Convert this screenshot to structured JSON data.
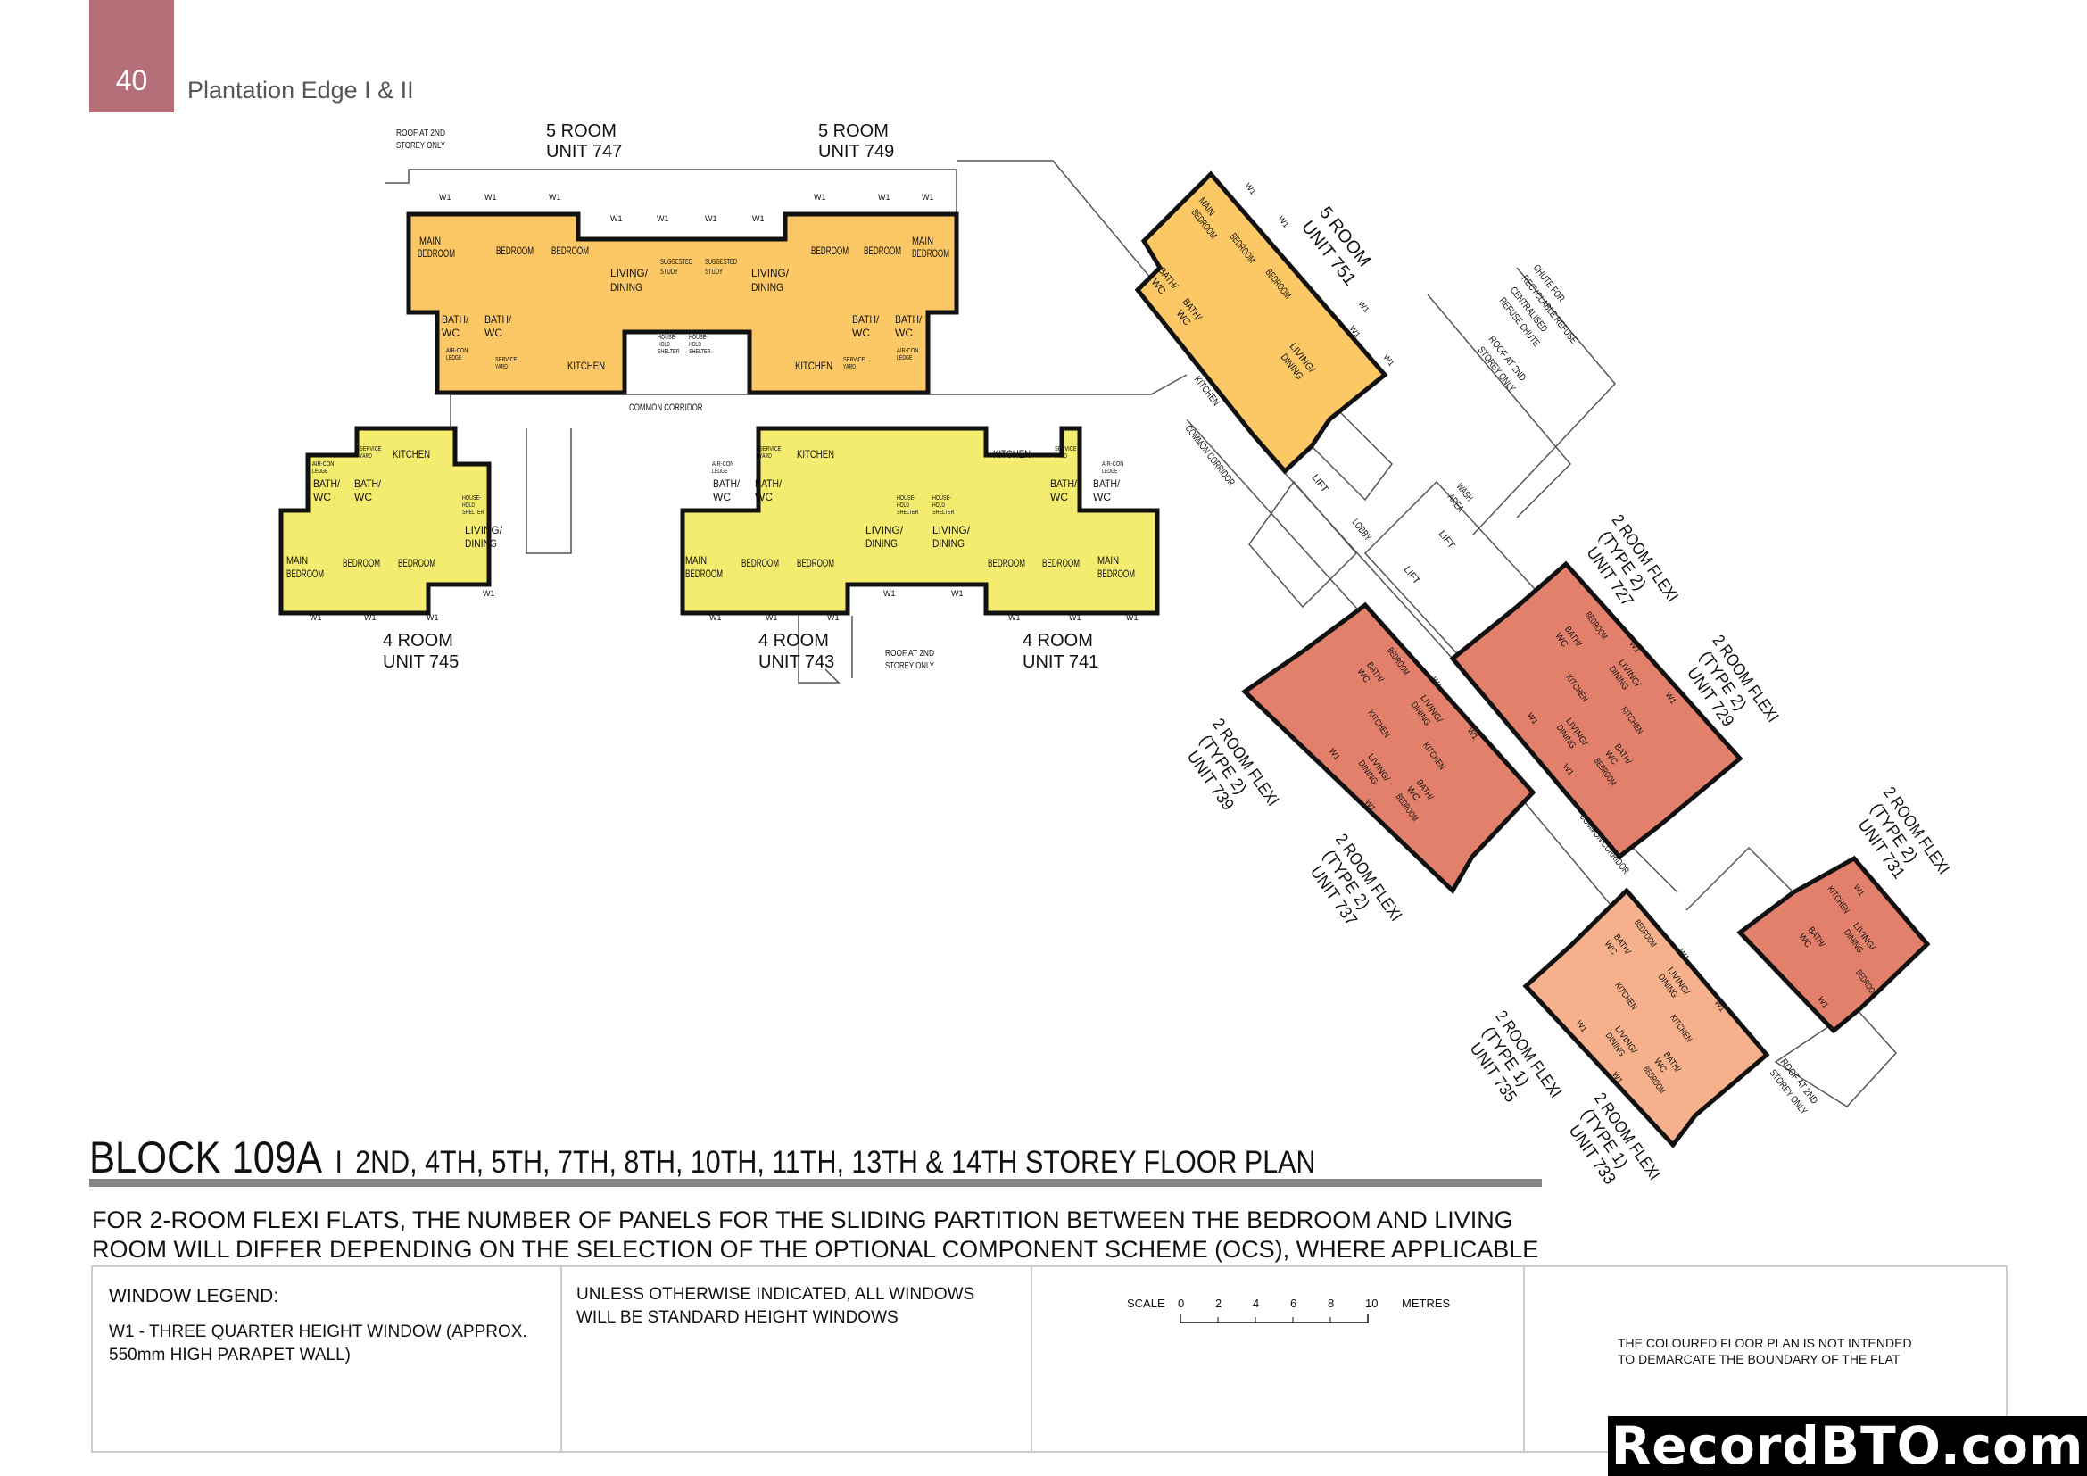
{
  "header": {
    "page_number": "40",
    "project": "Plantation Edge I & II",
    "accent_color": "#b56f79"
  },
  "colors": {
    "five_room": "#fcc866",
    "four_room": "#f3ec6e",
    "two_room_type2": "#e2806b",
    "two_room_type1": "#f6b08b"
  },
  "units": {
    "u747": {
      "type": "5 ROOM",
      "unit": "UNIT 747"
    },
    "u749": {
      "type": "5 ROOM",
      "unit": "UNIT 749"
    },
    "u751": {
      "type": "5 ROOM",
      "unit": "UNIT 751"
    },
    "u745": {
      "type": "4 ROOM",
      "unit": "UNIT 745"
    },
    "u743": {
      "type": "4 ROOM",
      "unit": "UNIT 743"
    },
    "u741": {
      "type": "4 ROOM",
      "unit": "UNIT 741"
    },
    "u727": {
      "type": "2 ROOM FLEXI",
      "subtype": "(TYPE 2)",
      "unit": "UNIT 727"
    },
    "u729": {
      "type": "2 ROOM FLEXI",
      "subtype": "(TYPE 2)",
      "unit": "UNIT 729"
    },
    "u739": {
      "type": "2 ROOM FLEXI",
      "subtype": "(TYPE 2)",
      "unit": "UNIT 739"
    },
    "u737": {
      "type": "2 ROOM FLEXI",
      "subtype": "(TYPE 2)",
      "unit": "UNIT 737"
    },
    "u731": {
      "type": "2 ROOM FLEXI",
      "subtype": "(TYPE 2)",
      "unit": "UNIT 731"
    },
    "u735": {
      "type": "2 ROOM FLEXI",
      "subtype": "(TYPE 1)",
      "unit": "UNIT 735"
    },
    "u733": {
      "type": "2 ROOM FLEXI",
      "subtype": "(TYPE 1)",
      "unit": "UNIT 733"
    }
  },
  "labels": {
    "main": "MAIN",
    "bedroom": "BEDROOM",
    "living": "LIVING/",
    "dining": "DINING",
    "bath": "BATH/",
    "wc": "WC",
    "kitchen": "KITCHEN",
    "suggested": "SUGGESTED",
    "study": "STUDY",
    "w1": "W1",
    "aircon": "AIR-CON",
    "ledge": "LEDGE",
    "service": "SERVICE",
    "yard": "YARD",
    "household": "HOUSE-",
    "hold": "HOLD",
    "shelter": "SHELTER",
    "corridor": "COMMON CORRIDOR",
    "lobby": "LOBBY",
    "lift": "LIFT",
    "wash": "WASH",
    "area": "AREA",
    "roof1": "ROOF AT 2ND",
    "roof2": "STOREY ONLY",
    "chute1": "CHUTE FOR",
    "chute2": "RECYCLABLE REFUSE",
    "chute3": "CENTRALISED",
    "chute4": "REFUSE CHUTE"
  },
  "title": {
    "block": "BLOCK 109A",
    "separator": "I",
    "floors": "2ND, 4TH, 5TH, 7TH, 8TH, 10TH, 11TH, 13TH & 14TH STOREY FLOOR PLAN"
  },
  "notes": [
    "FOR 2-ROOM FLEXI FLATS, THE NUMBER OF PANELS FOR THE SLIDING PARTITION BETWEEN THE BEDROOM AND LIVING",
    "ROOM WILL DIFFER DEPENDING ON THE SELECTION OF THE OPTIONAL COMPONENT SCHEME (OCS), WHERE APPLICABLE"
  ],
  "legend": {
    "window_title": "WINDOW LEGEND:",
    "w1_line1": "W1  -  THREE QUARTER HEIGHT WINDOW (APPROX.",
    "w1_line2": "550mm HIGH PARAPET WALL)",
    "std_line1": "UNLESS OTHERWISE INDICATED,  ALL WINDOWS",
    "std_line2": "WILL BE STANDARD HEIGHT WINDOWS",
    "scale_label": "SCALE",
    "scale_ticks": [
      "0",
      "2",
      "4",
      "6",
      "8",
      "10"
    ],
    "scale_unit": "METRES",
    "disclaimer1": "THE COLOURED FLOOR PLAN IS NOT INTENDED",
    "disclaimer2": "TO DEMARCATE THE BOUNDARY OF THE FLAT"
  },
  "watermark": "RecordBTO.com"
}
